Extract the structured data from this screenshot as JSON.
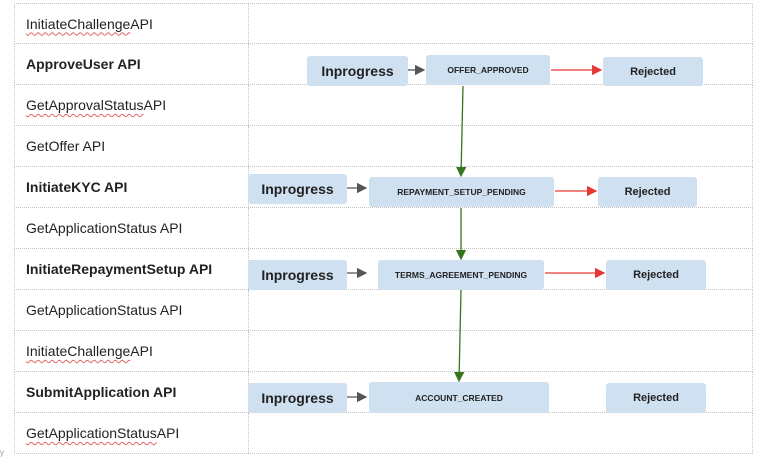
{
  "rows": [
    {
      "label": "InitiateChallenge API",
      "bold": false,
      "wavy": "InitiateChallenge"
    },
    {
      "label": "ApproveUser API",
      "bold": true,
      "wavy": ""
    },
    {
      "label": "GetApprovalStatus API",
      "bold": false,
      "wavy": "GetApprovalStatus"
    },
    {
      "label": "GetOffer API",
      "bold": false,
      "wavy": ""
    },
    {
      "label": "InitiateKYC API",
      "bold": true,
      "wavy": ""
    },
    {
      "label": "GetApplicationStatus API",
      "bold": false,
      "wavy": ""
    },
    {
      "label": "InitiateRepaymentSetup API",
      "bold": true,
      "wavy": ""
    },
    {
      "label": "GetApplicationStatus API",
      "bold": false,
      "wavy": ""
    },
    {
      "label": "InitiateChallenge API",
      "bold": false,
      "wavy": "InitiateChallenge"
    },
    {
      "label": "SubmitApplication API",
      "bold": true,
      "wavy": ""
    },
    {
      "label": "GetApplicationStatus API",
      "bold": false,
      "wavy": "GetApplicationStatus"
    }
  ],
  "nodes": {
    "inprogress_1": "Inprogress",
    "offer_approved": "OFFER_APPROVED",
    "rejected_1": "Rejected",
    "inprogress_2": "Inprogress",
    "repayment_setup_pending": "REPAYMENT_SETUP_PENDING",
    "rejected_2": "Rejected",
    "inprogress_3": "Inprogress",
    "terms_agreement_pending": "TERMS_AGREEMENT_PENDING",
    "rejected_3": "Rejected",
    "inprogress_4": "Inprogress",
    "account_created": "ACCOUNT_CREATED",
    "rejected_4": "Rejected"
  },
  "colors": {
    "node_fill": "#cfe0f1",
    "progress_arrow": "#555555",
    "reject_arrow": "#e53935",
    "flow_arrow": "#38761d",
    "grid_line": "#c4c4c4"
  },
  "corner_mark": "y"
}
